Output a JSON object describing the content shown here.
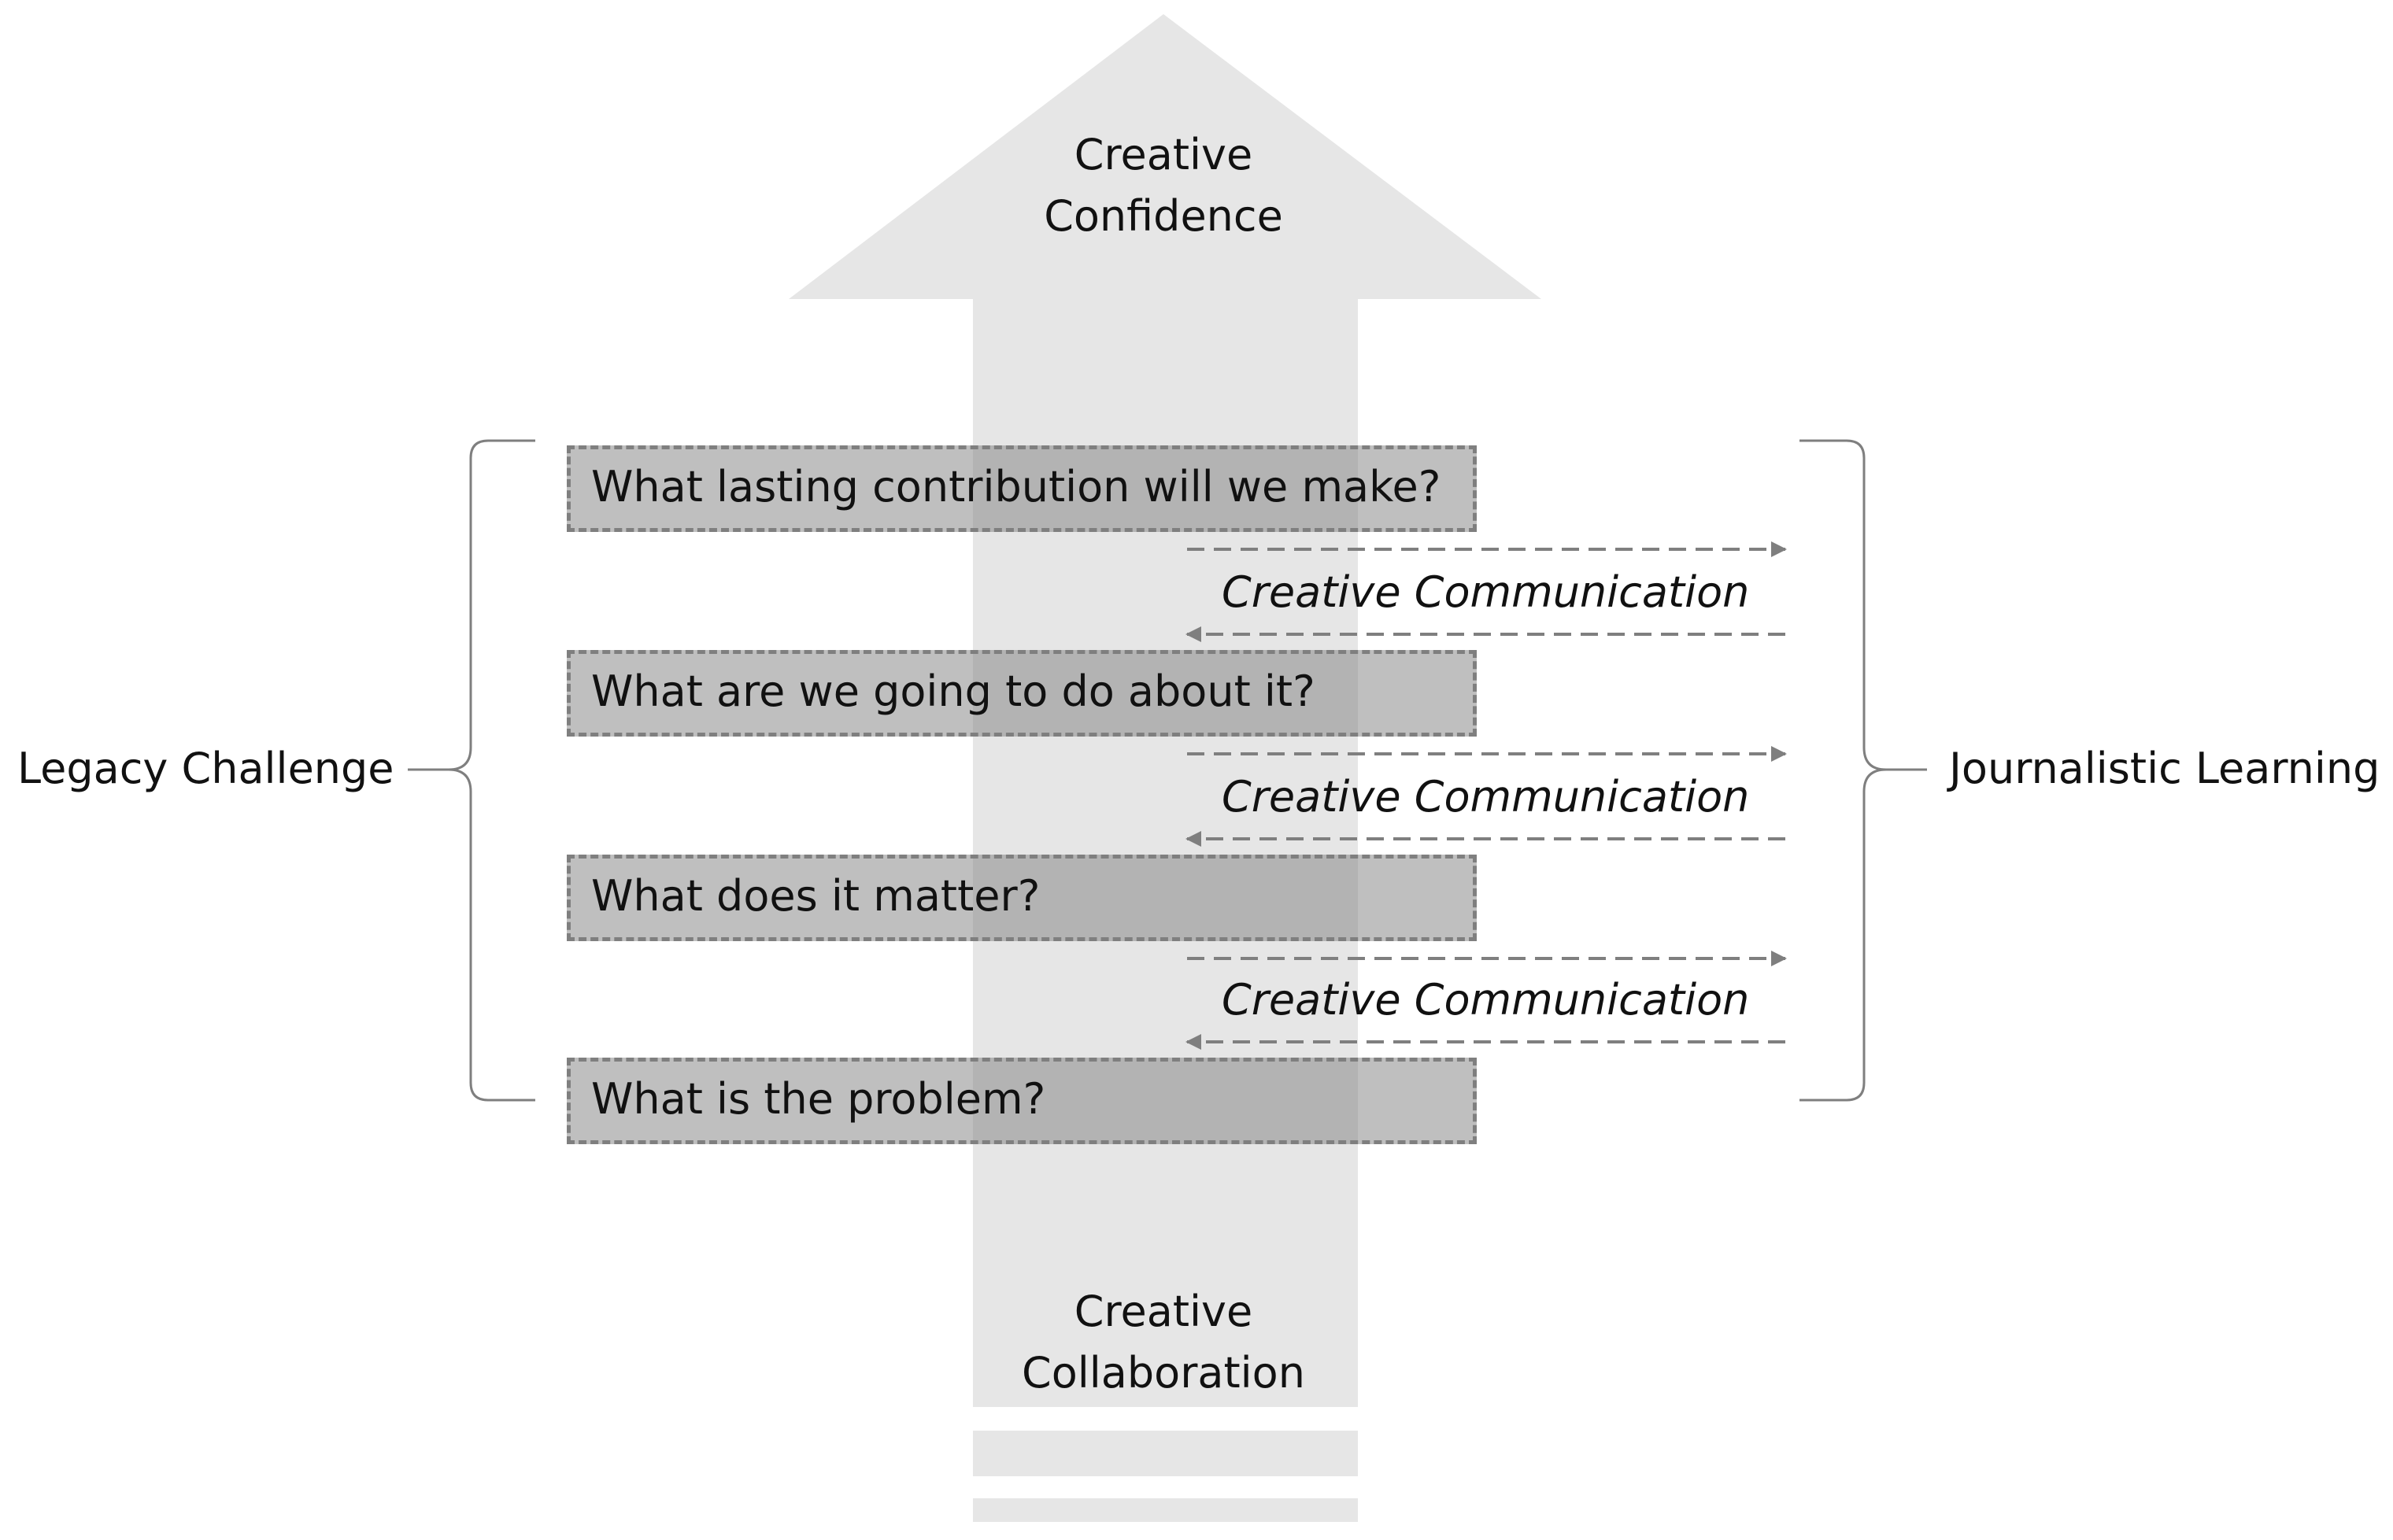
{
  "diagram": {
    "arrow_top_label": "Creative\nConfidence",
    "arrow_bottom_label": "Creative\nCollaboration",
    "left_label": "Legacy Challenge",
    "right_label": "Journalistic Learning",
    "questions": [
      "What lasting contribution will we make?",
      "What are we going to do about it?",
      "What does it matter?",
      "What is the problem?"
    ],
    "communications": [
      "Creative Communication",
      "Creative Communication",
      "Creative Communication"
    ],
    "colors": {
      "arrow": "#e6e6e6",
      "box_fill": "#808080",
      "box_border": "#7f7f7f",
      "dashed_arrow": "#7f7f7f",
      "brace": "#7f7f7f",
      "text": "#111111"
    }
  }
}
